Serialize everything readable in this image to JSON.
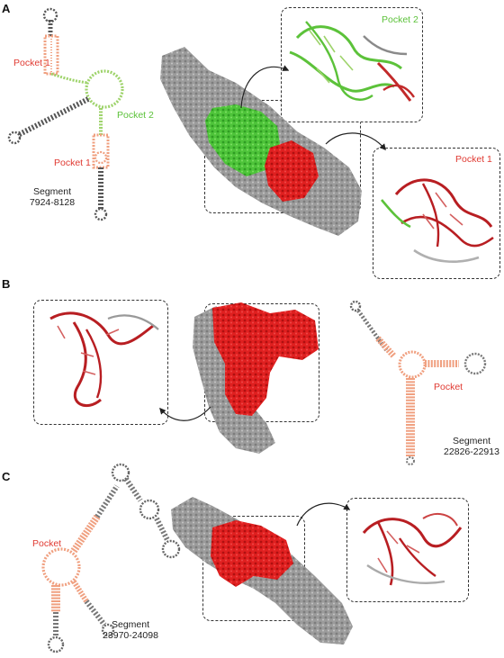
{
  "panels": {
    "a": {
      "letter": "A",
      "pocket1_top": "Pocket 1",
      "pocket1_bottom": "Pocket 1",
      "pocket2": "Pocket 2",
      "segment_word": "Segment",
      "segment_range": "7924-8128",
      "inset1_label": "Pocket 2",
      "inset2_label": "Pocket 1"
    },
    "b": {
      "letter": "B",
      "pocket": "Pocket",
      "segment_word": "Segment",
      "segment_range": "22826-22913"
    },
    "c": {
      "letter": "C",
      "pocket": "Pocket",
      "segment_word": "Segment",
      "segment_range": "23970-24098"
    }
  },
  "colors": {
    "pocket_red": "#e03a32",
    "pocket_green": "#5cc23a",
    "stem_salmon": "#f0a080",
    "surface_grey": "#9a9a9a",
    "ribbon_red": "#b81e22"
  }
}
